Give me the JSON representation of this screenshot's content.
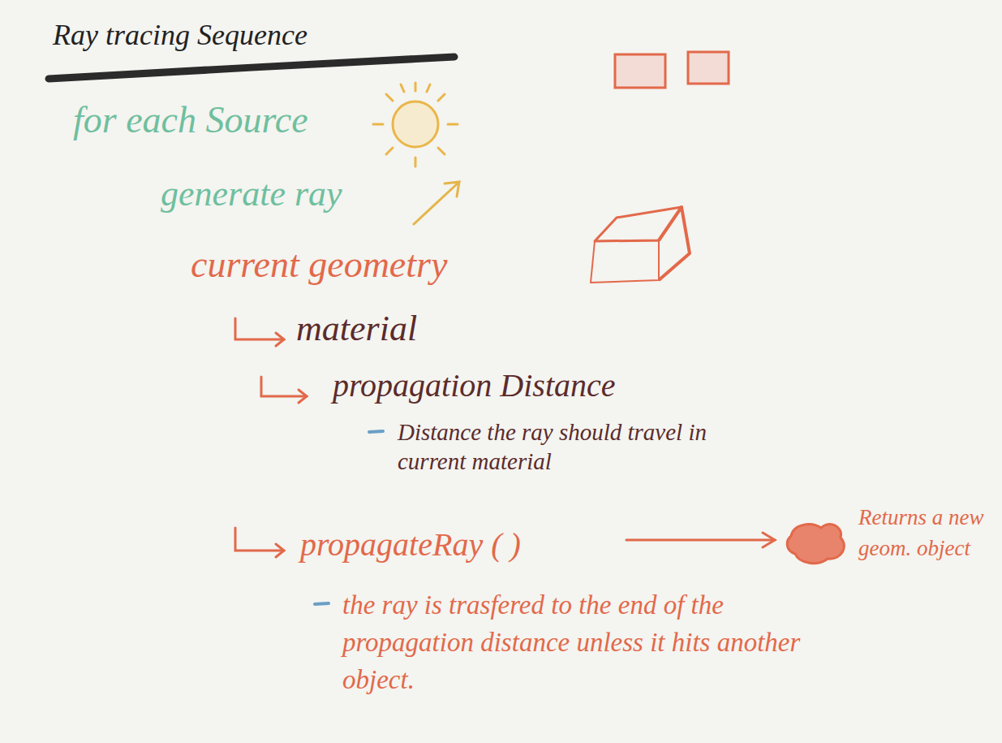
{
  "diagram": {
    "title": "Ray tracing Sequence",
    "labels": [
      "for each Source",
      "generate ray",
      "current geometry",
      "material",
      "propagation Distance",
      "Distance the ray should travel in current material",
      "propagateRay ( )",
      "Returns a new geom. object",
      "the ray is trasfered to the end of the propagation distance unless it hits another object."
    ]
  }
}
